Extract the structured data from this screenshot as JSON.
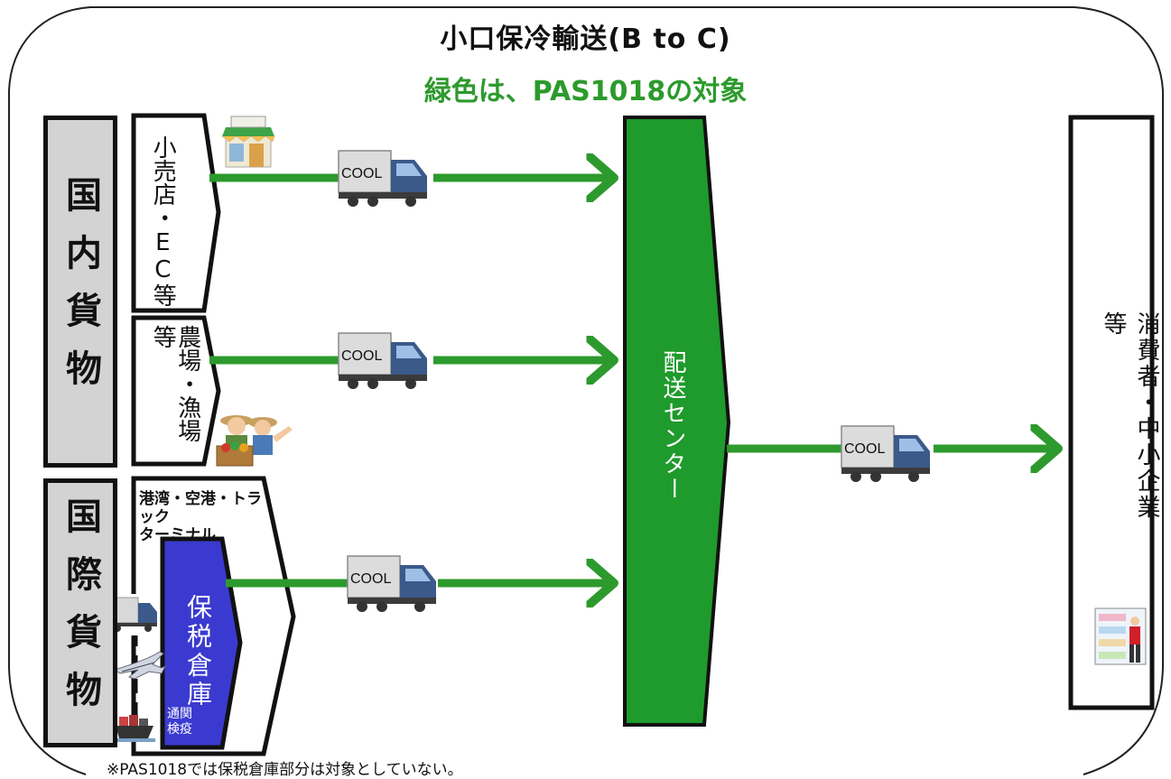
{
  "title": "小口保冷輸送(B to C)",
  "subtitle": "緑色は、PAS1018の対象",
  "domestic_label": "国内貨物",
  "international_label": "国際貨物",
  "sources": {
    "retail": "小売店・EC等",
    "farm": "農場・漁場等",
    "port": "港湾・空港・トラックターミナル",
    "port_lines": [
      "港湾・空港・トラック",
      "ターミナル"
    ]
  },
  "bonded": {
    "label": "保税倉庫",
    "sub_lines": [
      "通関",
      "検疫"
    ]
  },
  "center": "配送センター",
  "consumer": "消費者・中小企業等",
  "truck_label": "COOL",
  "footnote": "※PAS1018では保税倉庫部分は対象としていない。",
  "colors": {
    "scope_green": "#2d9a2d",
    "center_green": "#1f9a2c",
    "bonded_blue": "#3a3ad0",
    "gray": "#d3d3d3"
  },
  "icons": [
    "shop-icon",
    "farmers-icon",
    "truck-icon",
    "airplane-icon",
    "ship-icon",
    "store-shelf-icon"
  ]
}
